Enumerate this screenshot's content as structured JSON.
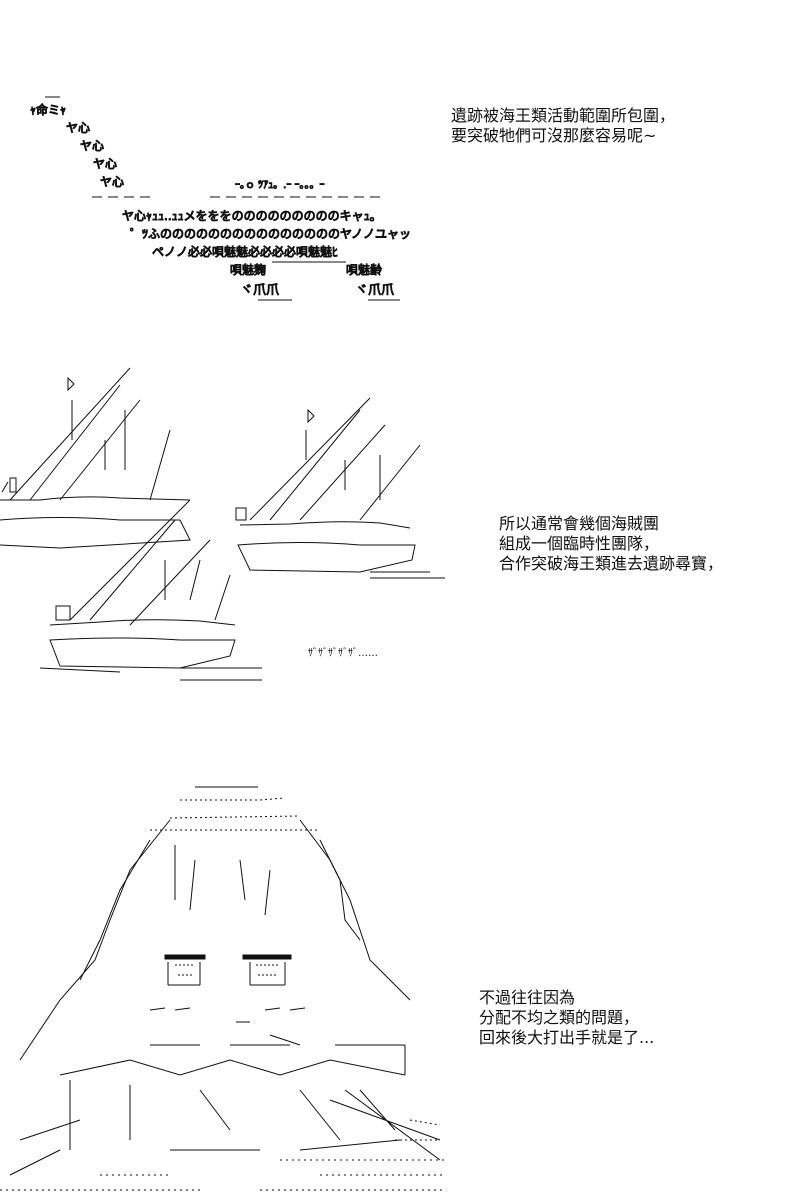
{
  "captions": [
    {
      "lines": [
        "遺跡被海王類活動範圍所包圍，",
        "要突破牠們可沒那麼容易呢~"
      ]
    },
    {
      "lines": [
        "所以通常會幾個海賊團",
        "組成一個臨時性團隊，",
        "合作突破海王類進去遺跡尋寶，"
      ]
    },
    {
      "lines": [
        "不過往往因為",
        "分配不均之類的問題，",
        "回來後大打出手就是了..."
      ]
    }
  ],
  "art": {
    "creature": {
      "lines": [
        "ｬ命ミｬ",
        "ヤ心",
        "ヤ心",
        "ヤ心",
        "ヤ心",
        "ヤ心ｬｭｭ..ｭｭメをををのののののののののキャｭ。",
        "゜ﾂふのののののののののののののののヤノノユャッ",
        "ペノノ必必唄魅魅必必必必唄魅魅ﾋ",
        "唄魅麹",
        "唄魅齢",
        "ヾ爪爪",
        "ヾ爪爪",
        "ｰ｡ｏ ﾂｱｭ。.ｰ ｰ｡。。ｰ"
      ]
    },
    "ships": {
      "sound": "ｻﾞｻﾞｻﾞｻﾞｻﾞ……"
    }
  },
  "colors": {
    "ink": "#111111",
    "background": "#ffffff"
  }
}
